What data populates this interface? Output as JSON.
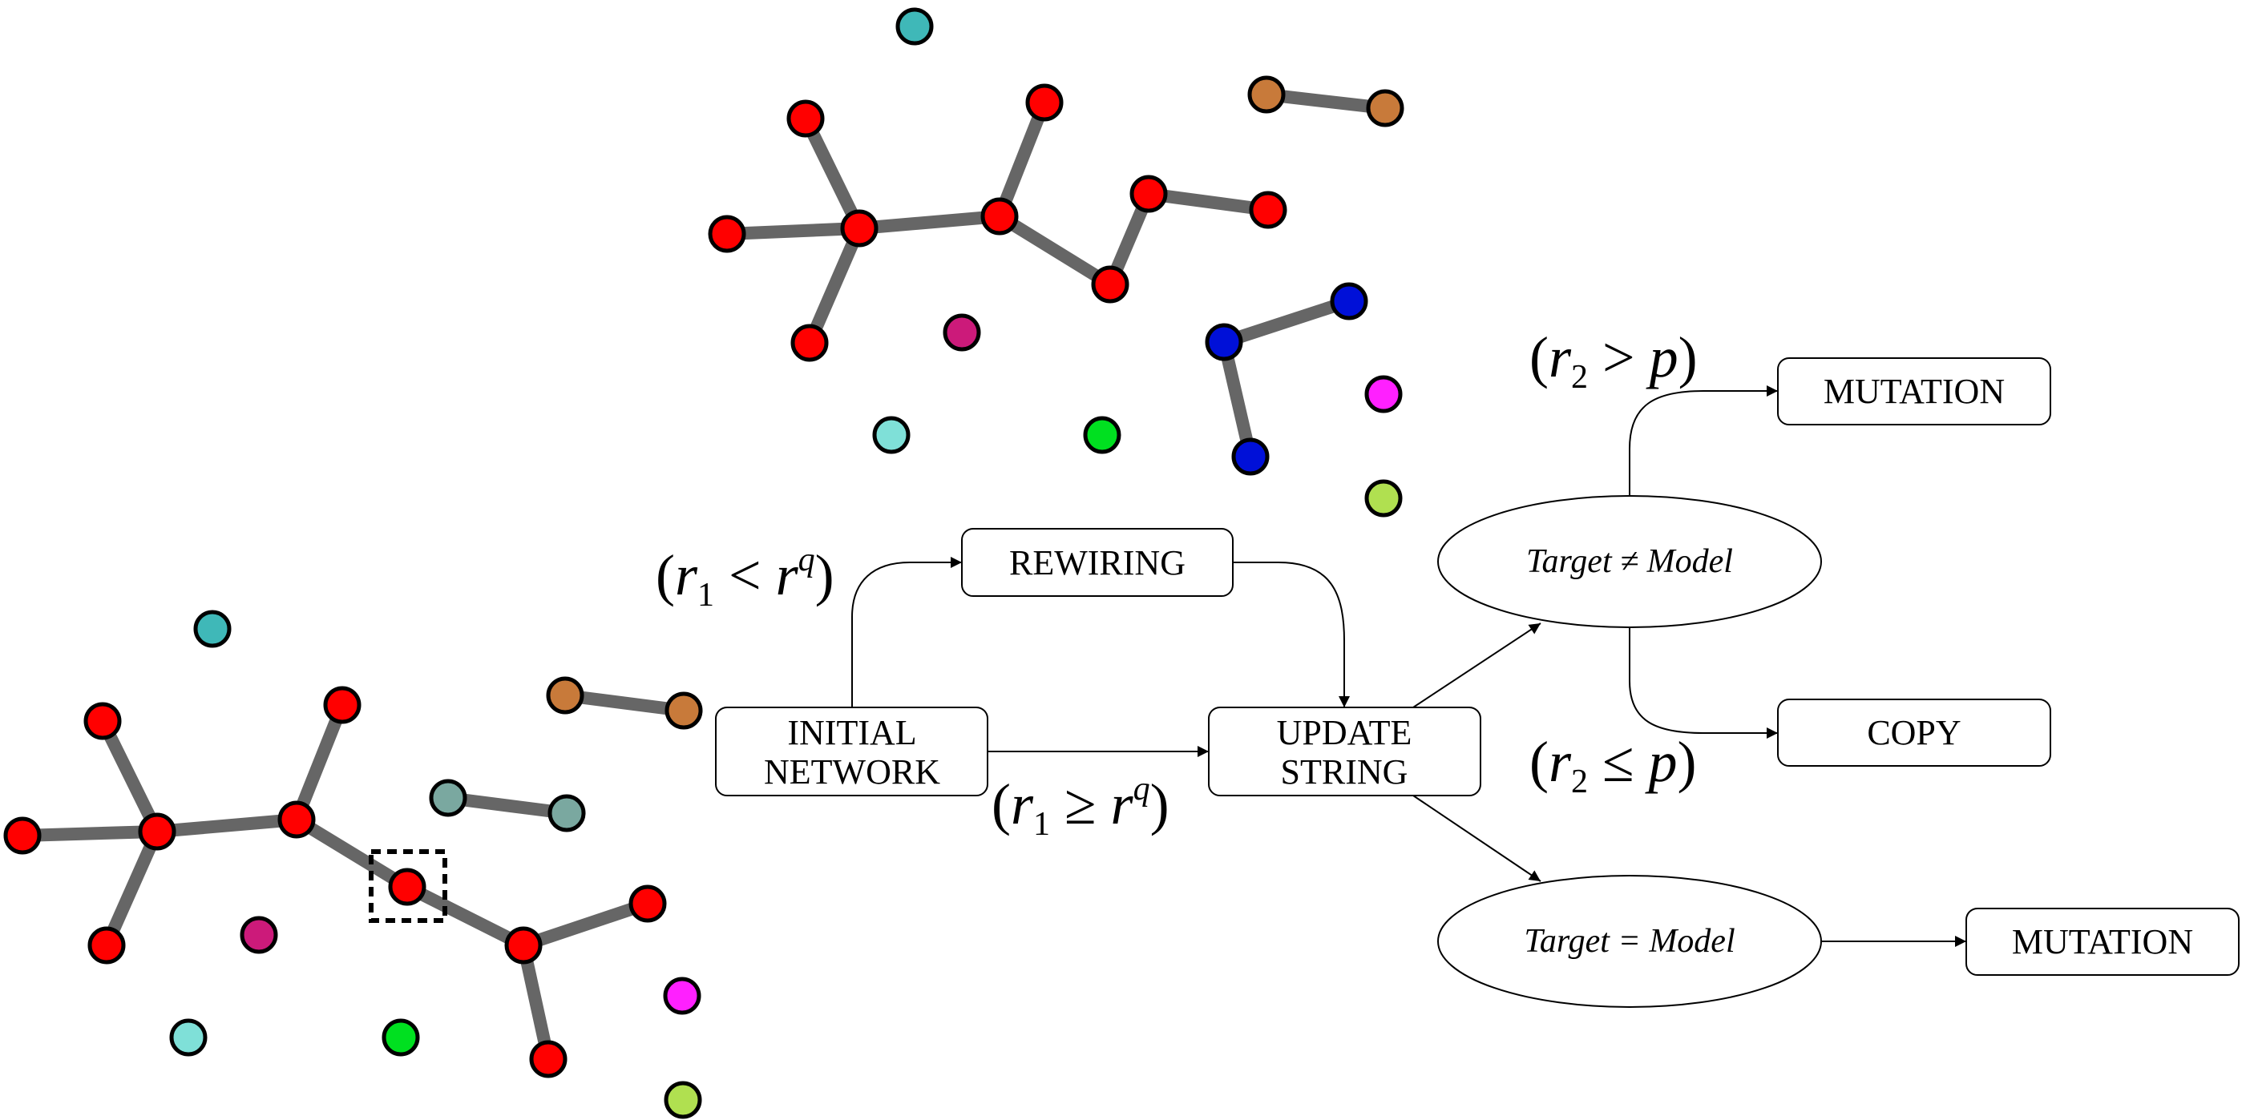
{
  "boxes": {
    "initial_network": [
      "INITIAL",
      "NETWORK"
    ],
    "rewiring": "REWIRING",
    "update_string": [
      "UPDATE",
      "STRING"
    ],
    "mutation_top": "MUTATION",
    "copy": "COPY",
    "mutation_bottom": "MUTATION"
  },
  "ellipses": {
    "target_neq_model": "Target ≠ Model",
    "target_eq_model": "Target = Model"
  },
  "conditions": {
    "r1_lt": {
      "open": "(",
      "a": "r",
      "a_sub": "1",
      "op": " < ",
      "b": "r",
      "b_sup": "q",
      "close": ")"
    },
    "r1_geq": {
      "open": "(",
      "a": "r",
      "a_sub": "1",
      "op": " ≥ ",
      "b": "r",
      "b_sup": "q",
      "close": ")"
    },
    "r2_gt": {
      "open": "(",
      "a": "r",
      "a_sub": "2",
      "op": " > ",
      "b": "p",
      "close": ")"
    },
    "r2_leq": {
      "open": "(",
      "a": "r",
      "a_sub": "2",
      "op": " ≤ ",
      "b": "p",
      "close": ")"
    }
  },
  "colors": {
    "red": "#ff0000",
    "teal": "#3fb8b8",
    "light_cyan": "#7fe0d8",
    "brown": "#c87a3a",
    "dark_magenta": "#cc1a7a",
    "green": "#00e020",
    "blue": "#0010d8",
    "magenta": "#ff20ff",
    "light_green": "#b0e050",
    "gray_teal": "#7aa8a0",
    "edge": "#666666"
  },
  "icons": {
    "selection": "dashed-selection-square"
  }
}
